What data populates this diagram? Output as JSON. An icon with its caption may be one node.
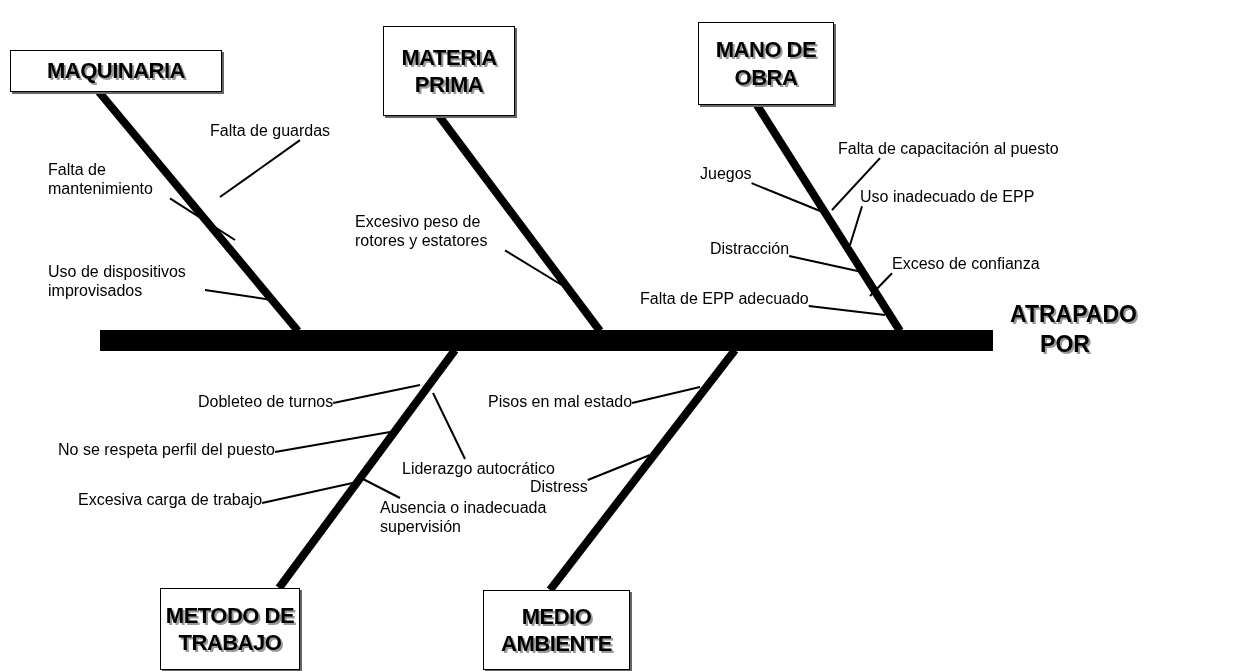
{
  "diagram": {
    "nodes": [
      {
        "text": [
          "MAQUINARIA"
        ]
      },
      {
        "text": [
          "MATERIA PRIMA"
        ]
      },
      {
        "text": [
          "MANO DE OBRA"
        ]
      },
      {
        "text": [
          "Falta de guardas"
        ]
      },
      {
        "text": [
          "Falta de capacitación al puesto"
        ]
      },
      {
        "text": [
          "Juegos"
        ]
      },
      {
        "text": [
          "Falta de mantenimiento"
        ]
      },
      {
        "text": [
          "Uso inadecuado de EPP"
        ]
      },
      {
        "text": [
          "Excesivo peso de rotores y estatores"
        ]
      },
      {
        "text": [
          "Distracción"
        ]
      },
      {
        "text": [
          "Exceso de confianza"
        ]
      },
      {
        "text": [
          "Uso de dispositivos improvisados"
        ]
      },
      {
        "text": [
          "Falta de EPP adecuado"
        ]
      },
      {
        "text": [],
        "shape": "bar"
      },
      {
        "text": [
          "Dobleteo de turnos"
        ]
      },
      {
        "text": [
          "Pisos en mal estado"
        ]
      },
      {
        "text": [
          "No se respeta perfil del puesto"
        ]
      },
      {
        "text": [
          "Liderazgo autocrático"
        ]
      },
      {
        "text": [
          "Distress"
        ]
      },
      {
        "text": [
          "Excesiva carga de trabajo"
        ]
      },
      {
        "text": [
          "Ausencia o inadecuada supervisión"
        ]
      },
      {
        "text": [
          "METODO DE TRABAJO"
        ]
      },
      {
        "text": [
          "MEDIO AMBIENTE"
        ]
      }
    ],
    "edges": [
      {
        "from": 0,
        "to": 13,
        "arrow": "none",
        "style": "thick"
      },
      {
        "from": 1,
        "to": 13,
        "arrow": "none",
        "style": "thick"
      },
      {
        "from": 2,
        "to": 13,
        "arrow": "none",
        "style": "thick"
      },
      {
        "from": 21,
        "to": 13,
        "arrow": "none",
        "style": "thick"
      },
      {
        "from": 22,
        "to": 13,
        "arrow": "none",
        "style": "thick"
      },
      {
        "from": 3,
        "to": null,
        "arrow": "none"
      },
      {
        "from": 4,
        "to": null,
        "arrow": "none"
      },
      {
        "from": 5,
        "to": null,
        "arrow": "none"
      },
      {
        "from": 6,
        "to": null,
        "arrow": "none"
      },
      {
        "from": 7,
        "to": null,
        "arrow": "none"
      },
      {
        "from": 8,
        "to": null,
        "arrow": "none"
      },
      {
        "from": 9,
        "to": null,
        "arrow": "none"
      },
      {
        "from": 10,
        "to": null,
        "arrow": "none"
      },
      {
        "from": 11,
        "to": null,
        "arrow": "none"
      },
      {
        "from": 12,
        "to": null,
        "arrow": "none"
      },
      {
        "from": 14,
        "to": null,
        "arrow": "none"
      },
      {
        "from": 15,
        "to": null,
        "arrow": "none"
      },
      {
        "from": 16,
        "to": null,
        "arrow": "none"
      },
      {
        "from": 17,
        "to": null,
        "arrow": "none"
      },
      {
        "from": 18,
        "to": null,
        "arrow": "none"
      },
      {
        "from": 19,
        "to": null,
        "arrow": "none"
      },
      {
        "from": 20,
        "to": null,
        "arrow": "none"
      }
    ],
    "labels": [
      "ATRAPADO POR"
    ]
  }
}
